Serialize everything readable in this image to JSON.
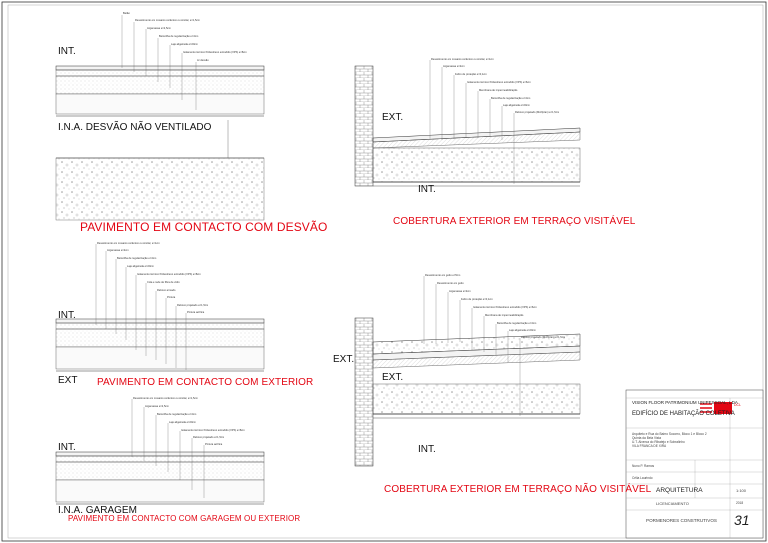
{
  "sheet": {
    "number": "31"
  },
  "sections": [
    {
      "title": "PAVIMENTO EM CONTACTO COM DESVÃO",
      "top_label": "INT.",
      "mid_label": "I.N.A.  DESVÃO NÃO VENTILADO",
      "notes": [
        "Betão",
        "Revestimento em mosaico cerâmico ou similar, e=1,5cm",
        "Argamassa e=2,5cm",
        "Betonilha de regularização e=4cm",
        "Laje aligeirada e=20cm",
        "Isolamento térmico Poliestireno extrudido (XPS) e=8cm",
        "Ar desvão"
      ]
    },
    {
      "title": "COBERTURA EXTERIOR EM TERRAÇO VISITÁVEL",
      "top_label": "EXT.",
      "bottom_label": "INT.",
      "notes": [
        "Revestimento em mosaico cerâmico ou similar, e=1cm",
        "Argamassa e=2cm",
        "Feltro de proteção e=0,1cm",
        "Isolamento térmico Poliestireno extrudido (XPS) e=6cm",
        "Membrana de impermeabilização",
        "Betonilha de regularização e=4cm",
        "Laje aligeirada e=20cm",
        "Reboco projetado (MAXplan) e=1,5cm"
      ]
    },
    {
      "title": "PAVIMENTO EM CONTACTO COM EXTERIOR",
      "top_label": "INT.",
      "bottom_label": "EXT",
      "notes": [
        "Revestimento em mosaico cerâmico ou similar, e=1cm",
        "Argamassa e=2cm",
        "Betonilha de regularização e=4cm",
        "Laje aligeirada e=20cm",
        "Isolamento térmico Poliestireno extrudido (XPS) e=8cm",
        "Cola e rede de fibra de vidro",
        "Reboco armado",
        "Pintura",
        "Reboco projetado e=1,5cm",
        "Pintura acrílica"
      ]
    },
    {
      "title": "COBERTURA EXTERIOR EM TERRAÇO NÃO VISITÁVEL",
      "top_label": "EXT.",
      "inner_label": "EXT.",
      "bottom_label": "INT.",
      "notes": [
        "Revestimento em godo e=5cm",
        "Revestimento em godo",
        "Argamassa e=2cm",
        "Feltro de proteção e=0,1cm",
        "Isolamento térmico Poliestireno extrudido (XPS) e=6cm",
        "Membrana de impermeabilização",
        "Betonilha de regularização e=4cm",
        "Laje aligeirada e=20cm",
        "Reboco projetado (MAXplan) e=1,5cm"
      ]
    },
    {
      "title": "PAVIMENTO EM CONTACTO COM GARAGEM OU EXTERIOR",
      "top_label": "INT.",
      "bottom_label": "I.N.A.  GARAGEM",
      "notes": [
        "Revestimento em mosaico cerâmico ou similar, e=1,5cm",
        "Argamassa e=2,5cm",
        "Betonilha de regularização e=4cm",
        "Laje aligeirada e=20cm",
        "Isolamento térmico Poliestireno extrudido (XPS) e=8cm",
        "Reboco projetado e=1,5cm",
        "Pintura acrílica"
      ]
    }
  ],
  "title_block": {
    "owner": "VISION FLOOR PATRIMONIUM UNIPESSOAL, LDA",
    "project": "EDIFÍCIO DE HABITAÇÃO COLETIVA",
    "address": [
      "Arquiteto e Rua do Bairro Socorro, Bloco 1 e Bloco 2",
      "Quinta da Bela Vista",
      "U.T. Alverca do Ribatejo e Sobralinho",
      "VILA FRANCA DE XIRA"
    ],
    "firm": "DCL",
    "drawn_by": "Nuno P. Ramos",
    "checked_by": "Célia Laurindo",
    "phase": "LICENCIAMENTO",
    "discipline": "ARQUITETURA",
    "scale": "1:100",
    "drawing": "PORMENORES CONSTRUTIVOS",
    "date": "2018"
  },
  "colors": {
    "accent_red": "#e30613",
    "line": "#333333",
    "hatch": "#8a8a8a"
  }
}
